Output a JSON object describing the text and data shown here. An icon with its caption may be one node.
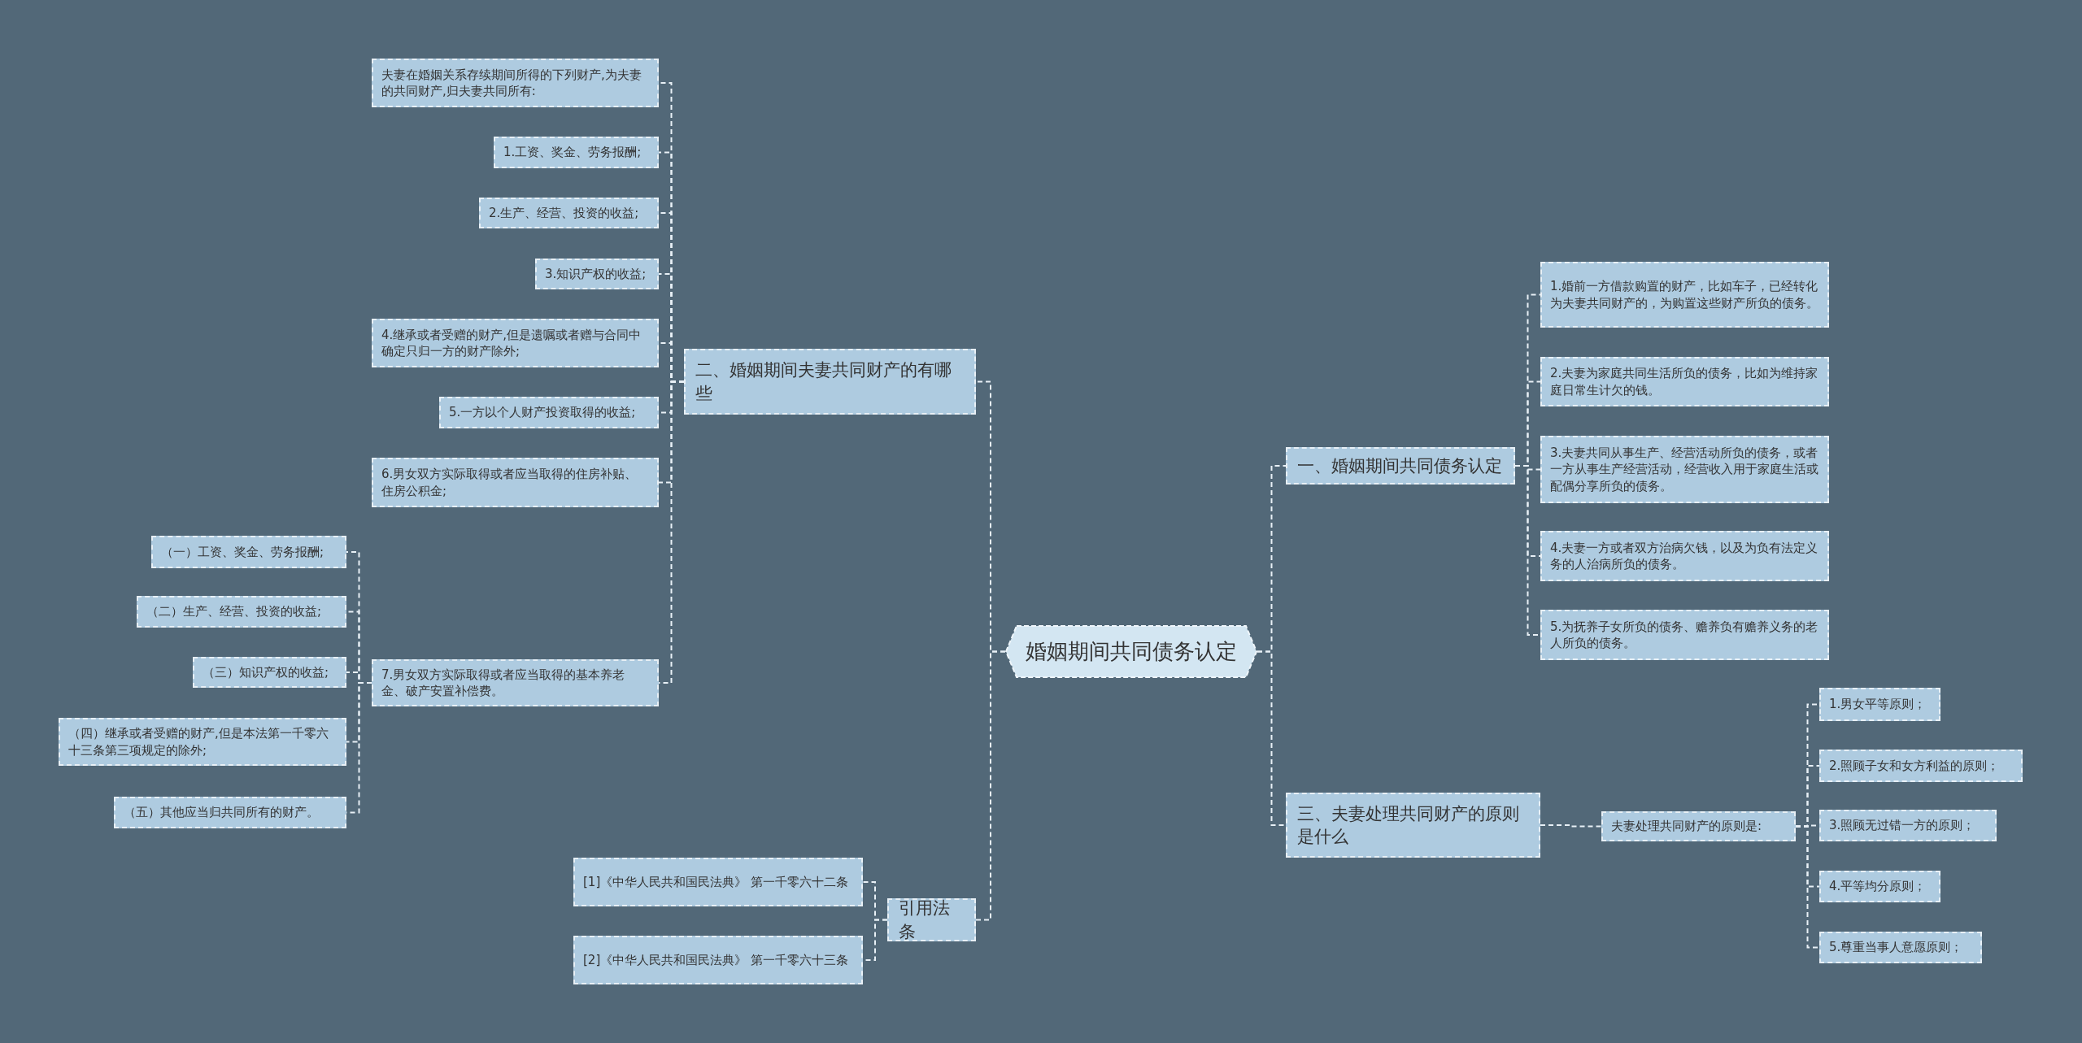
{
  "diagram": {
    "nodes": [
      {
        "text": [
          "婚姻期间共同债务认定"
        ]
      },
      {
        "text": [
          "二、婚姻期间夫妻共同财产的有哪些"
        ]
      },
      {
        "text": [
          "夫妻在婚姻关系存续期间所得的下列财产,为夫妻的共同财产,归夫妻共同所有:"
        ]
      },
      {
        "text": [
          "1.工资、奖金、劳务报酬;"
        ]
      },
      {
        "text": [
          "2.生产、经营、投资的收益;"
        ]
      },
      {
        "text": [
          "3.知识产权的收益;"
        ]
      },
      {
        "text": [
          "4.继承或者受赠的财产,但是遗嘱或者赠与合同中确定只归一方的财产除外;"
        ]
      },
      {
        "text": [
          "5.一方以个人财产投资取得的收益;"
        ]
      },
      {
        "text": [
          "6.男女双方实际取得或者应当取得的住房补贴、住房公积金;"
        ]
      },
      {
        "text": [
          "7.男女双方实际取得或者应当取得的基本养老金、破产安置补偿费。"
        ]
      },
      {
        "text": [
          "（一）工资、奖金、劳务报酬;"
        ]
      },
      {
        "text": [
          "（二）生产、经营、投资的收益;"
        ]
      },
      {
        "text": [
          "（三）知识产权的收益;"
        ]
      },
      {
        "text": [
          "（四）继承或者受赠的财产,但是本法第一千零六十三条第三项规定的除外;"
        ]
      },
      {
        "text": [
          "（五）其他应当归共同所有的财产。"
        ]
      },
      {
        "text": [
          "引用法条"
        ]
      },
      {
        "text": [
          "[1]《中华人民共和国民法典》 第一千零六十二条"
        ]
      },
      {
        "text": [
          "[2]《中华人民共和国民法典》 第一千零六十三条"
        ]
      },
      {
        "text": [
          "一、婚姻期间共同债务认定"
        ]
      },
      {
        "text": [
          "1.婚前一方借款购置的财产，比如车子，已经转化为夫妻共同财产的，为购置这些财产所负的债务。"
        ]
      },
      {
        "text": [
          "2.夫妻为家庭共同生活所负的债务，比如为维持家庭日常生计欠的钱。"
        ]
      },
      {
        "text": [
          "3.夫妻共同从事生产、经营活动所负的债务，或者一方从事生产经营活动，经营收入用于家庭生活或配偶分享所负的债务。"
        ]
      },
      {
        "text": [
          "4.夫妻一方或者双方治病欠钱，以及为负有法定义务的人治病所负的债务。"
        ]
      },
      {
        "text": [
          "5.为抚养子女所负的债务、赡养负有赡养义务的老人所负的债务。"
        ]
      },
      {
        "text": [
          "三、夫妻处理共同财产的原则是什么"
        ]
      },
      {
        "text": [
          "夫妻处理共同财产的原则是:"
        ]
      },
      {
        "text": [
          "1.男女平等原则；"
        ]
      },
      {
        "text": [
          "2.照顾子女和女方利益的原则；"
        ]
      },
      {
        "text": [
          "3.照顾无过错一方的原则；"
        ]
      },
      {
        "text": [
          "4.平等均分原则；"
        ]
      },
      {
        "text": [
          "5.尊重当事人意愿原则；"
        ]
      }
    ],
    "edges": [
      {
        "from": 0,
        "to": 1,
        "arrow": "none"
      },
      {
        "from": 1,
        "to": 2,
        "arrow": "none"
      },
      {
        "from": 1,
        "to": 3,
        "arrow": "none"
      },
      {
        "from": 1,
        "to": 4,
        "arrow": "none"
      },
      {
        "from": 1,
        "to": 5,
        "arrow": "none"
      },
      {
        "from": 1,
        "to": 6,
        "arrow": "none"
      },
      {
        "from": 1,
        "to": 7,
        "arrow": "none"
      },
      {
        "from": 1,
        "to": 8,
        "arrow": "none"
      },
      {
        "from": 1,
        "to": 9,
        "arrow": "none"
      },
      {
        "from": 9,
        "to": 10,
        "arrow": "none"
      },
      {
        "from": 9,
        "to": 11,
        "arrow": "none"
      },
      {
        "from": 9,
        "to": 12,
        "arrow": "none"
      },
      {
        "from": 9,
        "to": 13,
        "arrow": "none"
      },
      {
        "from": 9,
        "to": 14,
        "arrow": "none"
      },
      {
        "from": 0,
        "to": 15,
        "arrow": "none"
      },
      {
        "from": 15,
        "to": 16,
        "arrow": "none"
      },
      {
        "from": 15,
        "to": 17,
        "arrow": "none"
      },
      {
        "from": 0,
        "to": 18,
        "arrow": "none"
      },
      {
        "from": 18,
        "to": 19,
        "arrow": "none"
      },
      {
        "from": 18,
        "to": 20,
        "arrow": "none"
      },
      {
        "from": 18,
        "to": 21,
        "arrow": "none"
      },
      {
        "from": 18,
        "to": 22,
        "arrow": "none"
      },
      {
        "from": 18,
        "to": 23,
        "arrow": "none"
      },
      {
        "from": 0,
        "to": 24,
        "arrow": "none"
      },
      {
        "from": 24,
        "to": 25,
        "arrow": "none"
      },
      {
        "from": 25,
        "to": 26,
        "arrow": "none"
      },
      {
        "from": 25,
        "to": 27,
        "arrow": "none"
      },
      {
        "from": 25,
        "to": 28,
        "arrow": "none"
      },
      {
        "from": 25,
        "to": 29,
        "arrow": "none"
      },
      {
        "from": 25,
        "to": 30,
        "arrow": "none"
      }
    ]
  }
}
